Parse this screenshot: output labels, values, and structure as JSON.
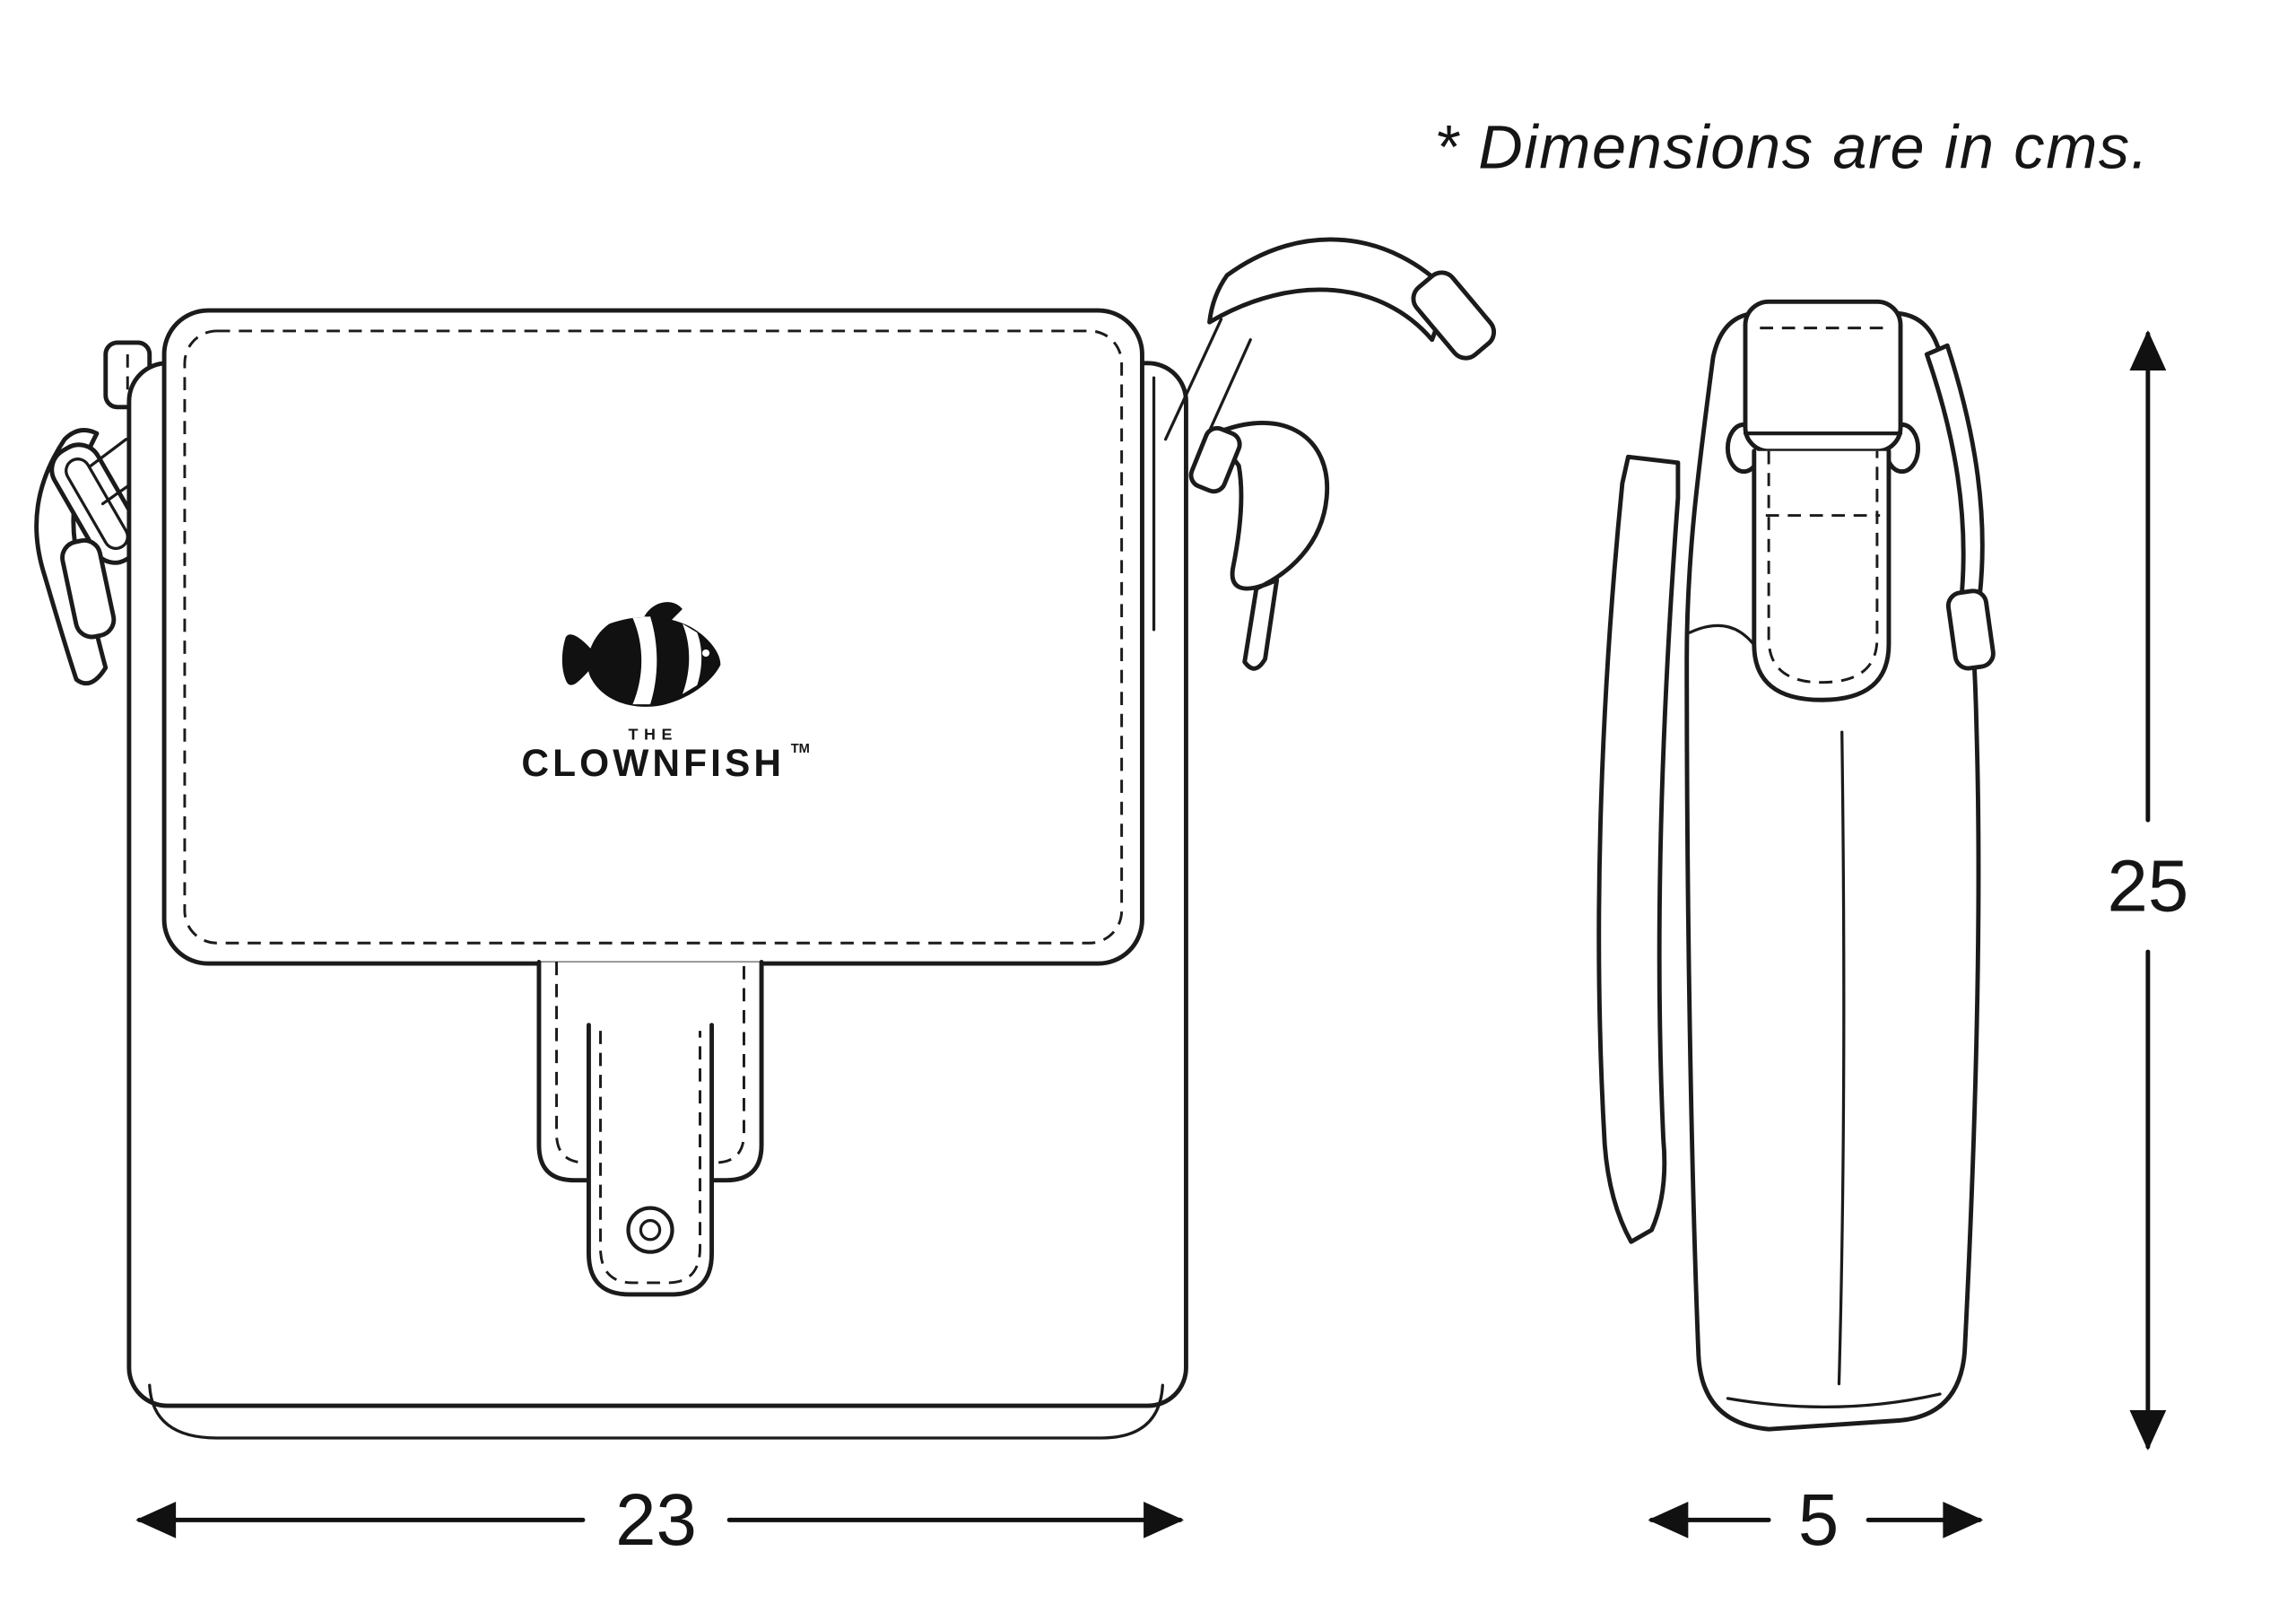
{
  "note": "* Dimensions are in cms.",
  "logo": {
    "the": "THE",
    "name": "CLOWNFISH",
    "tm": "TM"
  },
  "dimensions": {
    "width": "23",
    "depth": "5",
    "height": "25"
  },
  "colors": {
    "line": "#1b1b1b",
    "background": "#ffffff"
  }
}
